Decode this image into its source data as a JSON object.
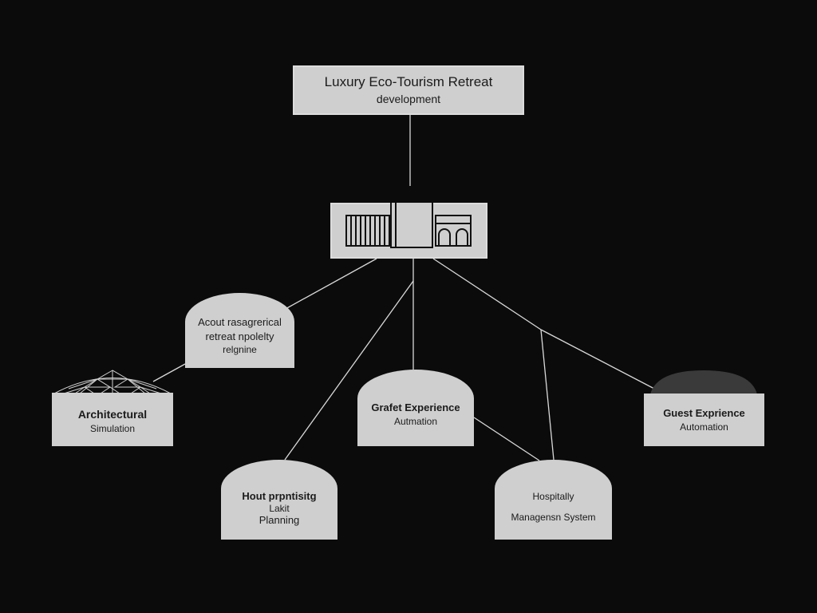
{
  "diagram": {
    "root": {
      "line1": "Luxury Eco-Tourism Retreat",
      "line2": "development"
    },
    "hub": {
      "icon": "building-icon"
    },
    "nodes": [
      {
        "id": "resilience",
        "lines": [
          "Acout rasagrerical",
          "retreat npolelty",
          "relgnine"
        ]
      },
      {
        "id": "architectural",
        "icon": "geodesic-dome-icon",
        "lines": [
          "Architectural",
          "Simulation"
        ]
      },
      {
        "id": "grafet",
        "lines": [
          "Grafet Experience",
          "Autmation"
        ]
      },
      {
        "id": "guest",
        "lines": [
          "Guest Exprience",
          "Automation"
        ]
      },
      {
        "id": "hout",
        "lines": [
          "Hout prpntisitg",
          "Lakit",
          "Planning"
        ]
      },
      {
        "id": "hospitality",
        "lines": [
          "Hospitally",
          "Managensn System"
        ]
      }
    ]
  },
  "colors": {
    "background": "#0b0b0b",
    "node_fill": "#cfcfcf",
    "connector": "#d9d9d9",
    "text": "#1b1b1b",
    "dark_dome": "#3a3a3a"
  }
}
